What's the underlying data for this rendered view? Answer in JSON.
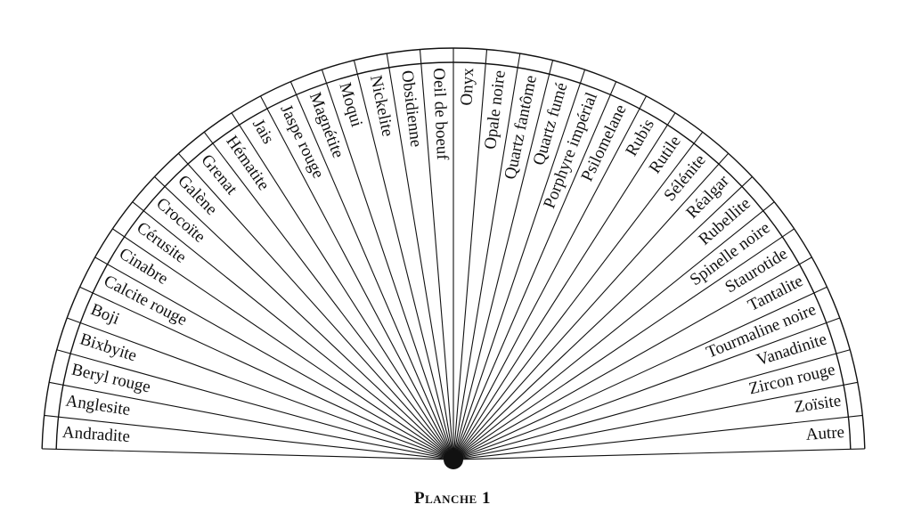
{
  "caption": "Planche 1",
  "colors": {
    "ink": "#111111",
    "paper": "#ffffff"
  },
  "sectors": [
    "Andradite",
    "Anglesite",
    "Beryl rouge",
    "Bixbyite",
    "Boji",
    "Calcite rouge",
    "Cinabre",
    "Cérusite",
    "Crocoïte",
    "Galène",
    "Grenat",
    "Hématite",
    "Jais",
    "Jaspe rouge",
    "Magnétite",
    "Moqui",
    "Nickelite",
    "Obsidienne",
    "Oeil de boeuf",
    "Onyx",
    "Opale noire",
    "Quartz fantôme",
    "Quartz fumé",
    "Porphyre impérial",
    "Psilomelane",
    "Rubis",
    "Rutile",
    "Sélénite",
    "Réalgar",
    "Rubellite",
    "Spinelle noire",
    "Staurotide",
    "Tantalite",
    "Tourmaline noire",
    "Vanadinite",
    "Zircon rouge",
    "Zoïsite",
    "Autre"
  ]
}
